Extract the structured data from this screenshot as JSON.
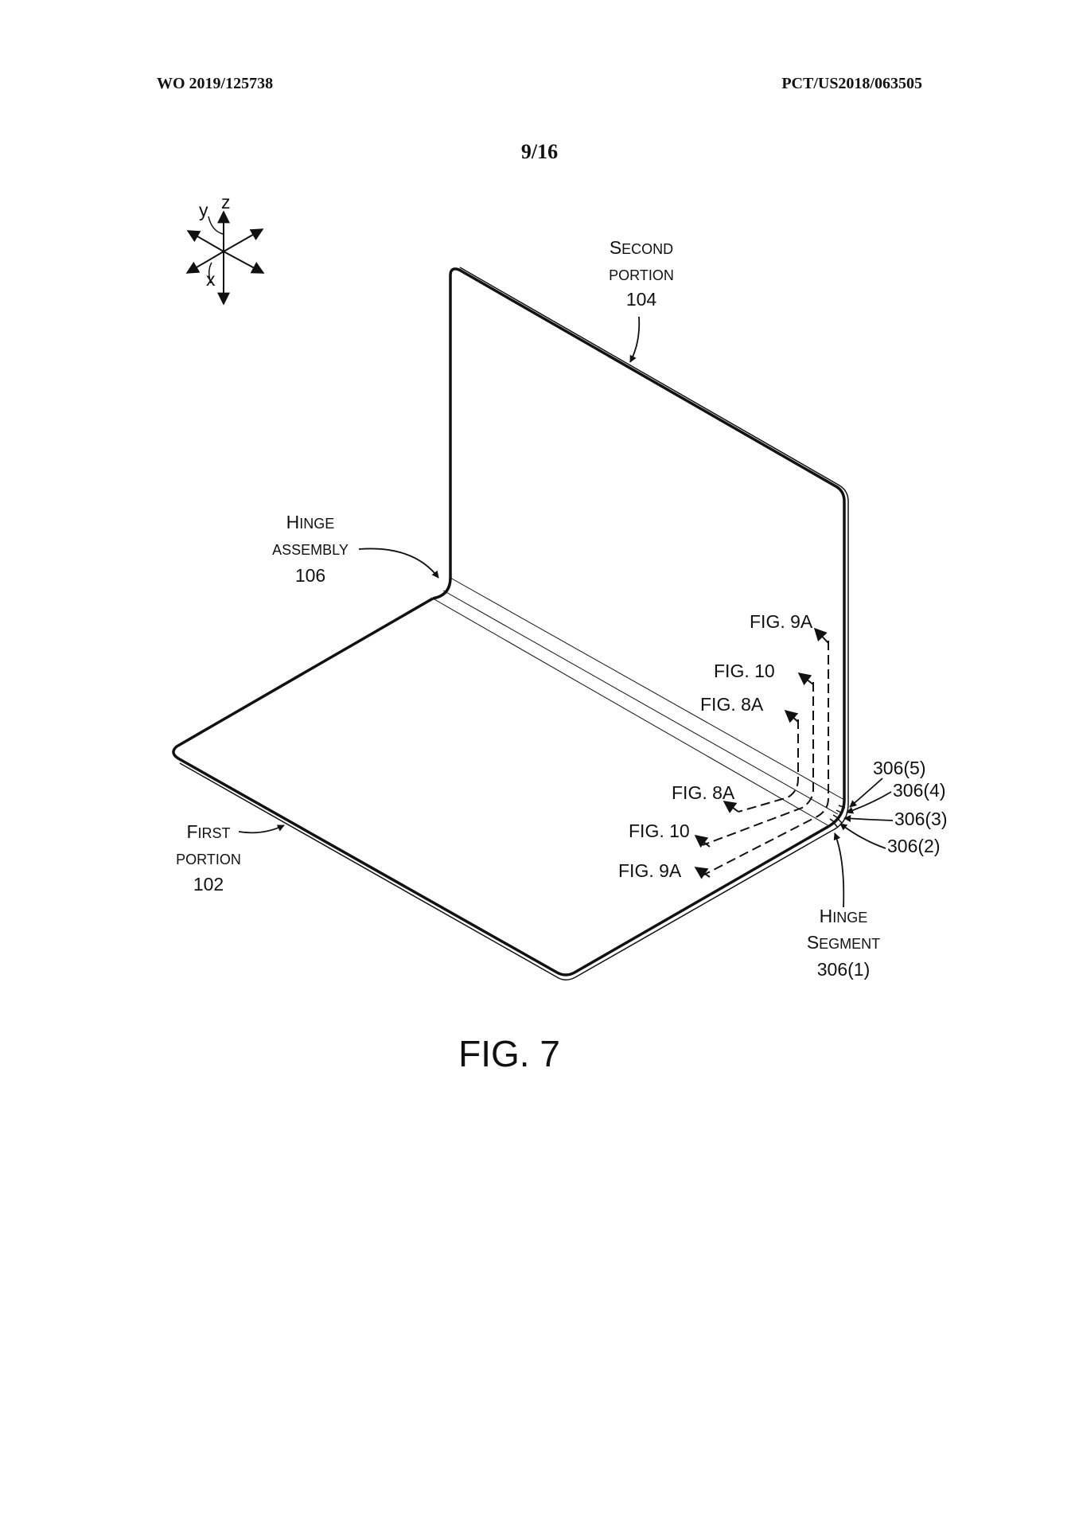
{
  "header": {
    "publication_number": "WO 2019/125738",
    "application_number": "PCT/US2018/063505"
  },
  "sheet_number": "9/16",
  "axes": {
    "z": "z",
    "y": "y",
    "x": "x"
  },
  "labels": {
    "second_portion": {
      "first": "S",
      "rest": "ECOND",
      "line2": "PORTION",
      "ref": "104"
    },
    "hinge_assembly": {
      "first": "H",
      "rest": "INGE",
      "line2": "ASSEMBLY",
      "ref": "106"
    },
    "first_portion": {
      "first": "F",
      "rest": "IRST",
      "line2": "PORTION",
      "ref": "102"
    },
    "hinge_segment": {
      "first": "H",
      "rest": "INGE",
      "line2_first": "S",
      "line2_rest": "EGMENT",
      "ref": "306(1)"
    }
  },
  "section_refs": {
    "upper_9a": "FIG. 9A",
    "upper_10": "FIG. 10",
    "upper_8a": "FIG. 8A",
    "lower_8a": "FIG. 8A",
    "lower_10": "FIG. 10",
    "lower_9a": "FIG. 9A"
  },
  "segments": [
    "306(5)",
    "306(4)",
    "306(3)",
    "306(2)"
  ],
  "figure_title": "FIG. 7"
}
